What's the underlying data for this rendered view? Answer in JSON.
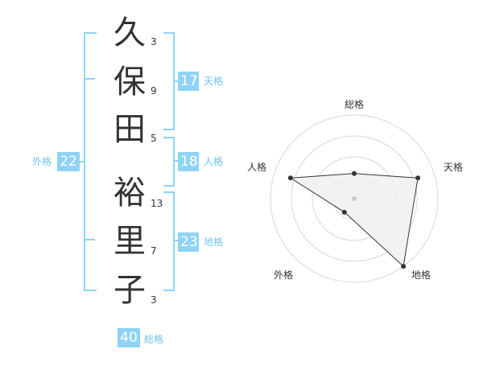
{
  "name": {
    "characters": [
      {
        "char": "久",
        "strokes": "3"
      },
      {
        "char": "保",
        "strokes": "9"
      },
      {
        "char": "田",
        "strokes": "5"
      },
      {
        "char": "裕",
        "strokes": "13"
      },
      {
        "char": "里",
        "strokes": "7"
      },
      {
        "char": "子",
        "strokes": "3"
      }
    ]
  },
  "kakusu": {
    "tenkaku": {
      "value": "17",
      "label": "天格"
    },
    "jinkaku": {
      "value": "18",
      "label": "人格"
    },
    "chikaku": {
      "value": "23",
      "label": "地格"
    },
    "gaikaku": {
      "value": "22",
      "label": "外格"
    },
    "soukaku": {
      "value": "40",
      "label": "総格"
    }
  },
  "radar": {
    "axes": [
      "総格",
      "天格",
      "地格",
      "外格",
      "人格"
    ],
    "levels": 4,
    "values": [
      0.3,
      0.8,
      1.0,
      0.2,
      0.8
    ],
    "colors": {
      "fill": "#f0f0f0",
      "stroke": "#333333",
      "ring": "#d8d8d8",
      "point": "#333333",
      "center": "#cccccc"
    }
  },
  "colors": {
    "accent": "#8fd3f6",
    "accent_text": "#70c4ee",
    "text": "#333333"
  }
}
